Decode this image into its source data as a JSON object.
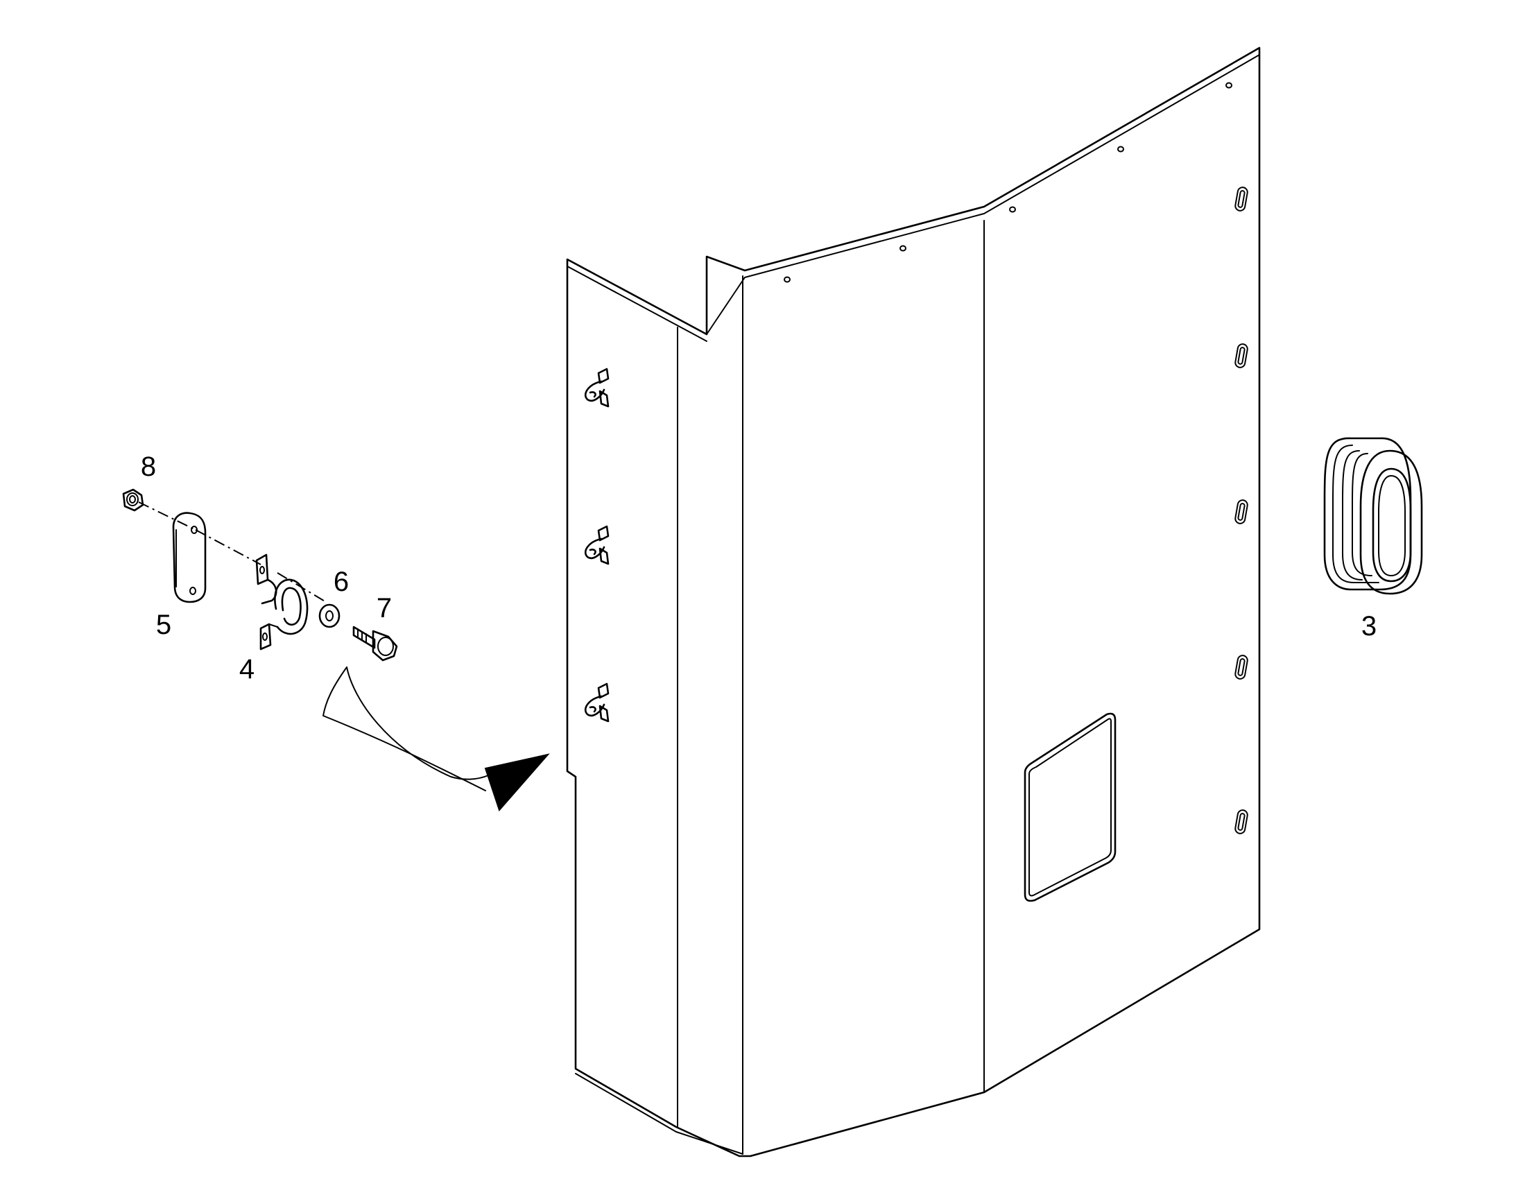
{
  "diagram": {
    "type": "exploded-parts-view",
    "colors": {
      "line": "#000000",
      "background": "#ffffff"
    },
    "callouts": {
      "part_3": "3",
      "part_4": "4",
      "part_5": "5",
      "part_6": "6",
      "part_7": "7",
      "part_8": "8"
    }
  }
}
